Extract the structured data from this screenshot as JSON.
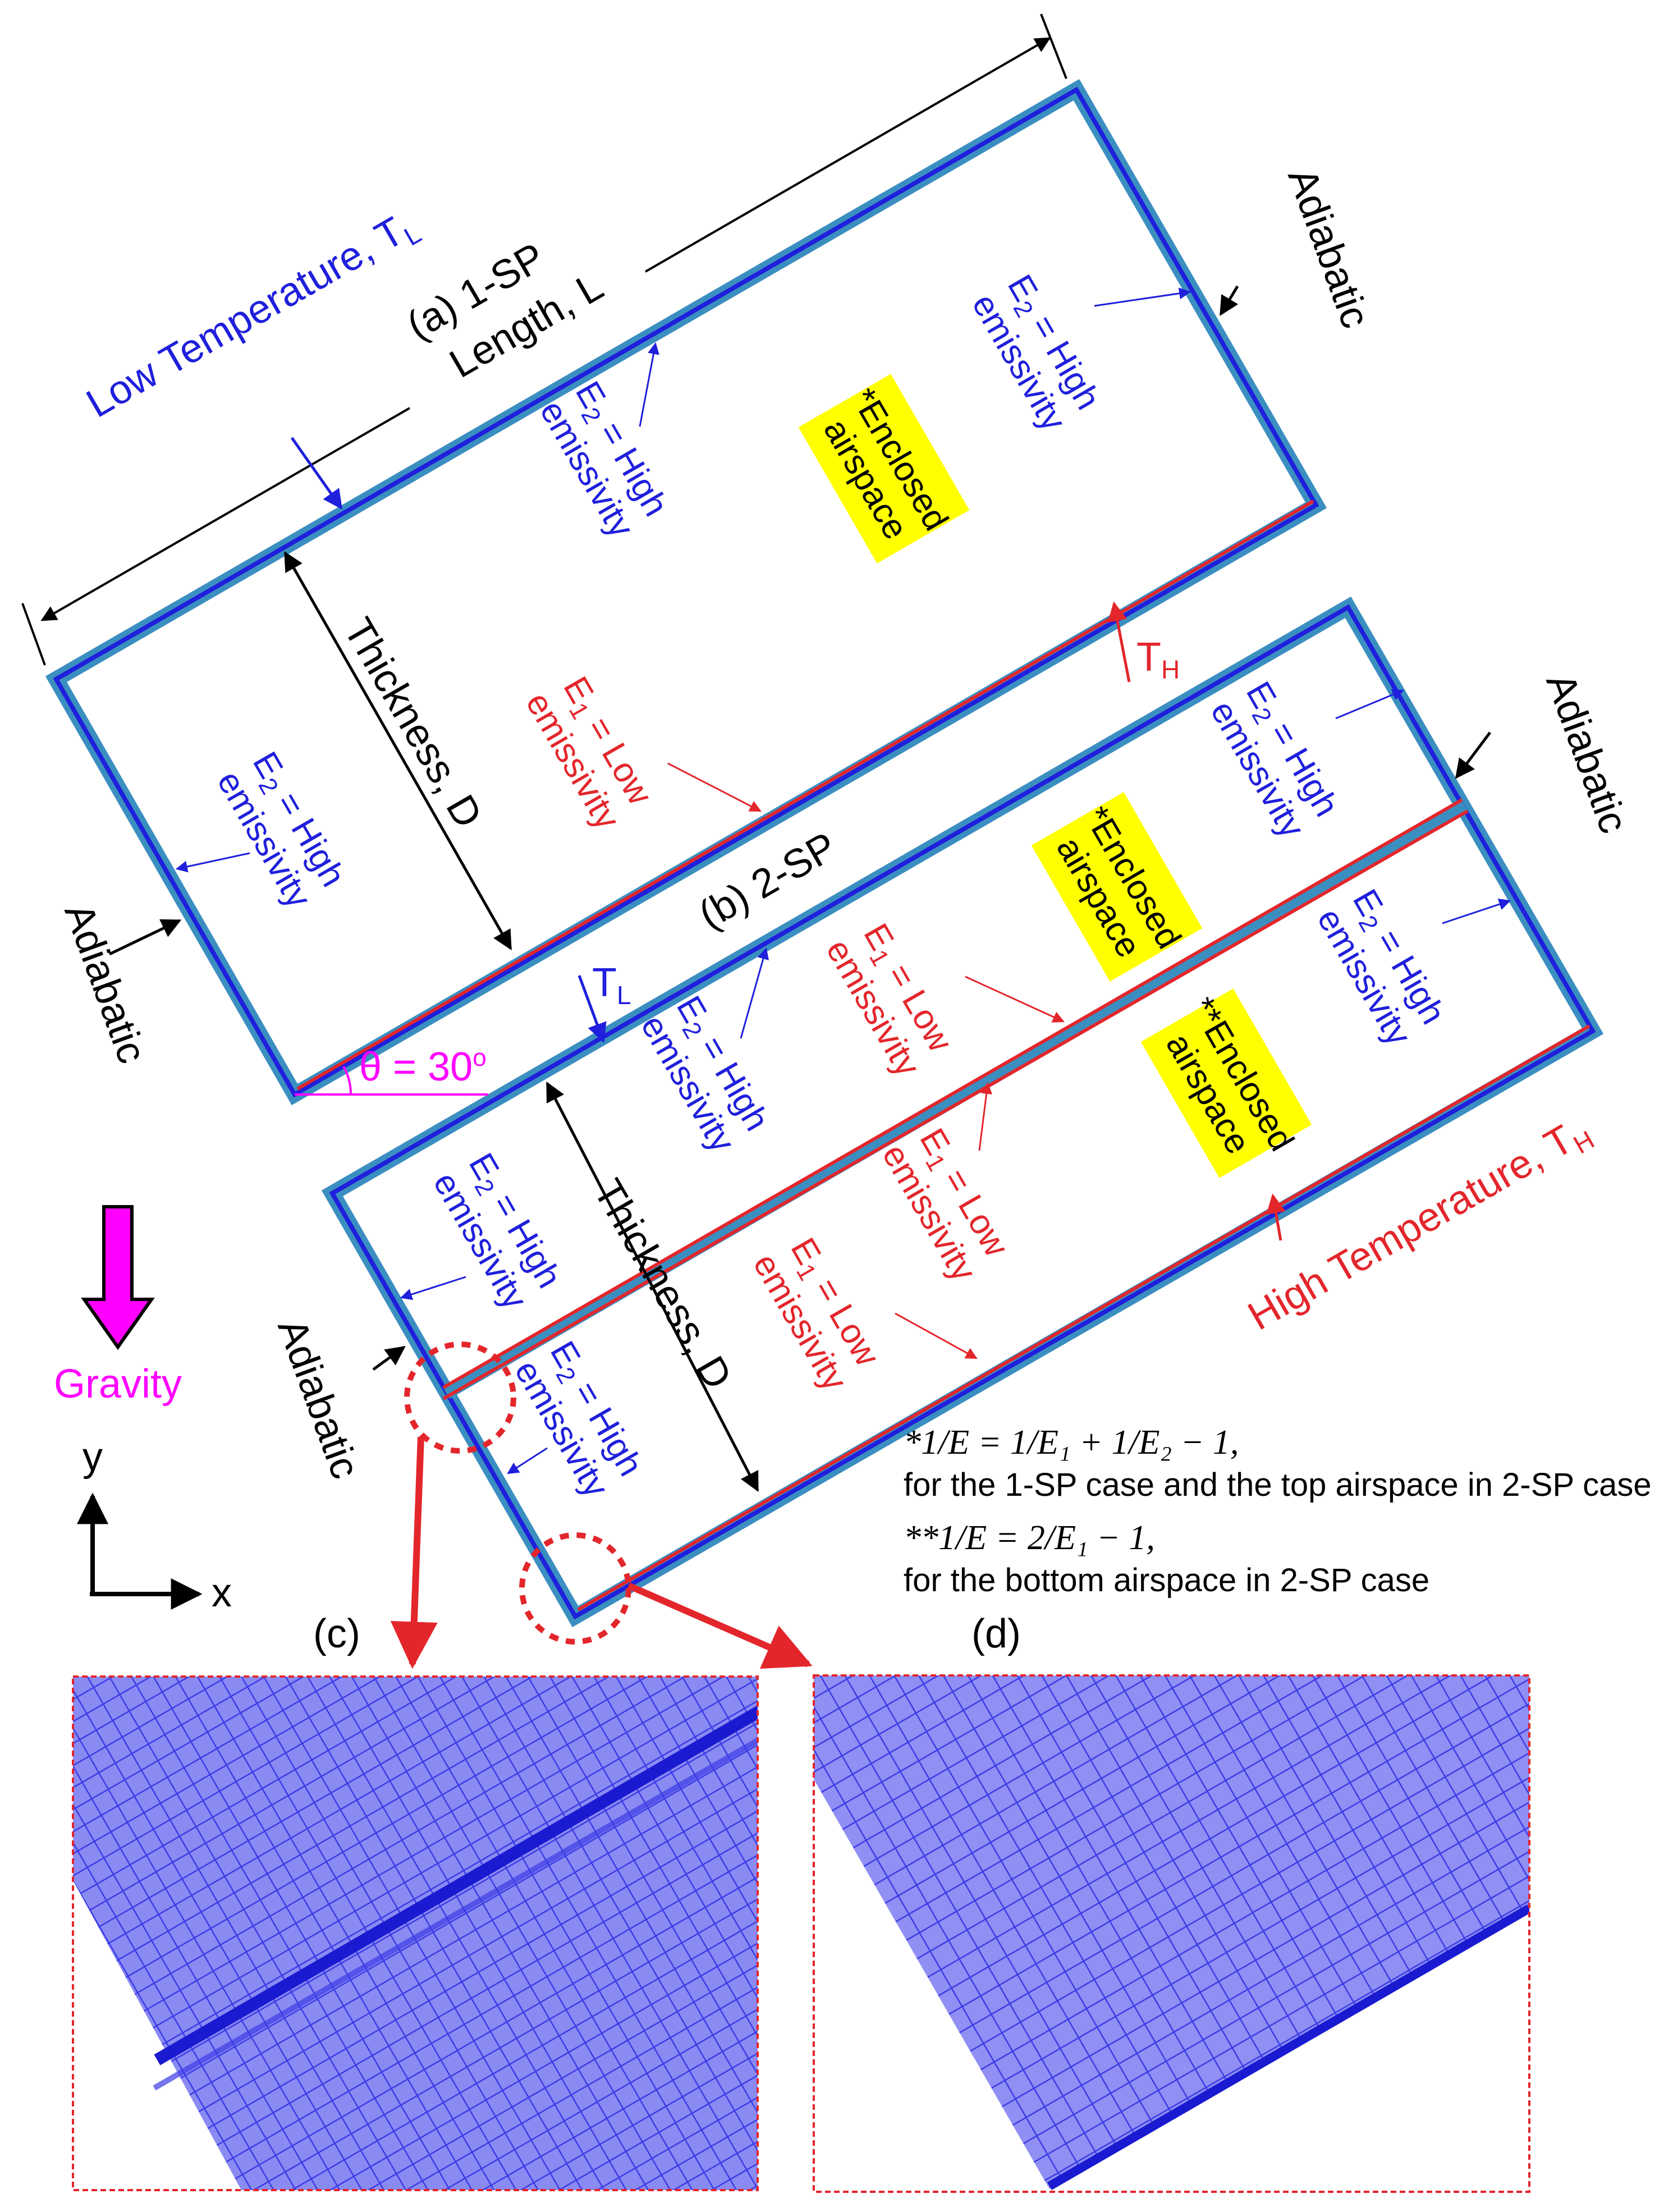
{
  "colors": {
    "frame": "#3a8fc0",
    "cold_wall": "#1f1fdc",
    "hot_wall": "#e3262b",
    "low_label": "#e3262b",
    "high_label": "#1f1fdc",
    "adiabatic": "#000000",
    "angle": "#ff00ff",
    "gravity": "#ff00ff",
    "airspace_box": "#ffff00",
    "mesh": "#3c3ce6",
    "zoom_circle": "#e3262b"
  },
  "labels": {
    "case_1sp": "(a) 1-SP",
    "case_2sp": "(b) 2-SP",
    "length": "Length, L",
    "thickness": "Thickness, D",
    "low_temperature": "Low Temperature, T",
    "low_temperature_sub": "L",
    "high_temperature": "High Temperature, T",
    "high_temperature_sub": "H",
    "t_low": "T",
    "t_low_sub": "L",
    "t_high": "T",
    "t_high_sub": "H",
    "adiabatic": "Adiabatic",
    "e2_high_line1": "E",
    "e2_sub": "2",
    "e2_high_tail": " = High",
    "e1_sub": "1",
    "e1_low_tail": " = Low",
    "emissivity": "emissivity",
    "enclosed_1": "*Enclosed",
    "enclosed_2": "**Enclosed",
    "airspace": "airspace",
    "angle": "θ = 30",
    "angle_sup": "o",
    "gravity": "Gravity",
    "axis_y": "y",
    "axis_x": "x",
    "panel_c": "(c)",
    "panel_d": "(d)"
  },
  "equations": {
    "eq1": "*1/E = 1/E₁ + 1/E₂ − 1,",
    "eq1_note": "for the 1-SP case and the top airspace in 2-SP case",
    "eq2": "**1/E = 2/E₁ − 1,",
    "eq2_note": "for the bottom  airspace in 2-SP case"
  }
}
